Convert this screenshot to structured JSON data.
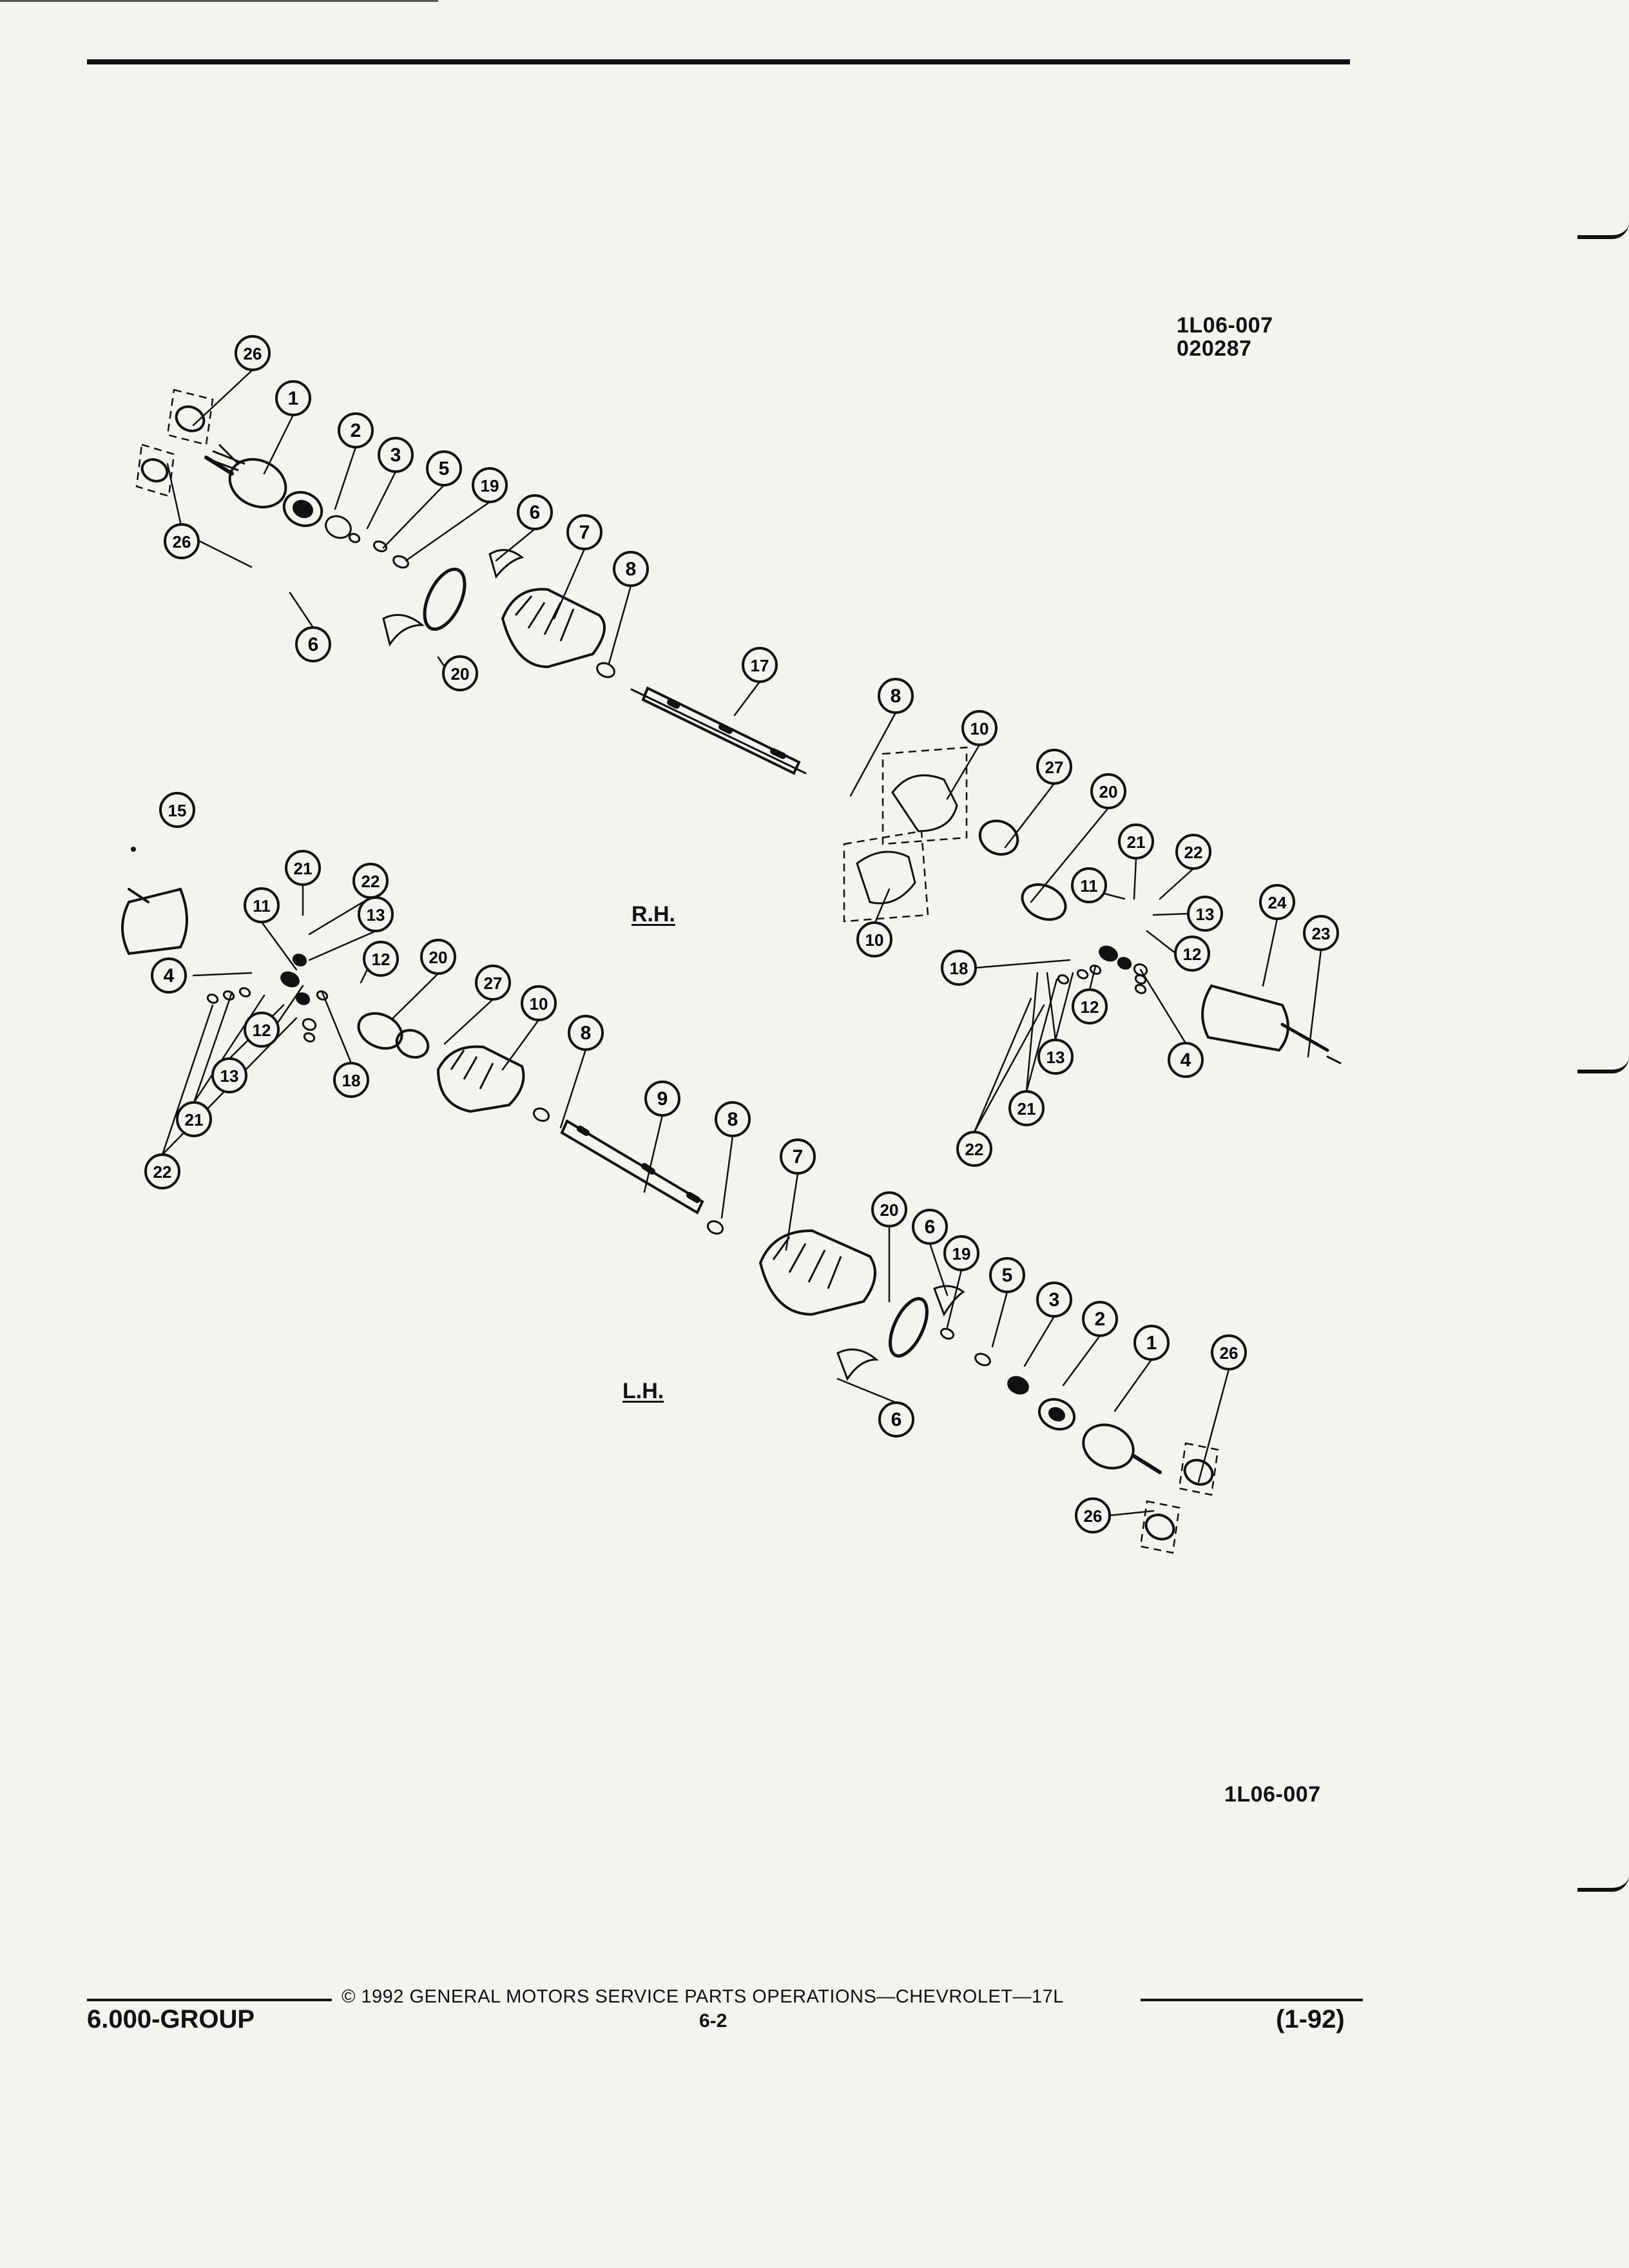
{
  "header": {
    "figure_code": "1L06-007",
    "figure_number": "020287"
  },
  "labels": {
    "right_hand": "R.H.",
    "left_hand": "L.H.",
    "figure_code_bottom": "1L06-007"
  },
  "callouts": [
    "26",
    "1",
    "2",
    "3",
    "5",
    "19",
    "6",
    "7",
    "8",
    "26",
    "6",
    "20",
    "17",
    "8",
    "10",
    "27",
    "20",
    "10",
    "21",
    "22",
    "11",
    "13",
    "12",
    "24",
    "23",
    "18",
    "12",
    "13",
    "4",
    "21",
    "22",
    "15",
    "21",
    "22",
    "11",
    "13",
    "12",
    "4",
    "12",
    "20",
    "27",
    "10",
    "8",
    "13",
    "18",
    "21",
    "22",
    "9",
    "8",
    "7",
    "20",
    "6",
    "19",
    "5",
    "3",
    "2",
    "1",
    "26",
    "6",
    "26"
  ],
  "footer": {
    "copyright": "© 1992 GENERAL MOTORS SERVICE PARTS OPERATIONS—CHEVROLET—17L",
    "group": "6.000-GROUP",
    "page": "6-2",
    "date": "(1-92)"
  }
}
